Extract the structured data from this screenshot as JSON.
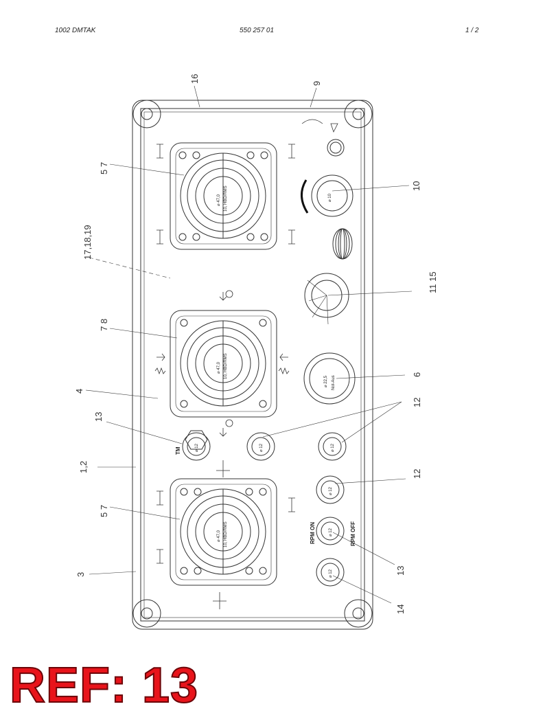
{
  "header": {
    "left": "1002 DMTAK",
    "center": "550 257 01",
    "page": "1 /   2"
  },
  "callouts": {
    "c16": "16",
    "c9": "9",
    "c5_7_top": "5  7",
    "c10": "10",
    "c17_18_19": "17,18,19",
    "c11_15": "11  15",
    "c7_8": "7  8",
    "c6": "6",
    "c4": "4",
    "c12a": "12",
    "c13a": "13",
    "c1_2": "1,2",
    "c12b": "12",
    "c5_7_bottom": "5  7",
    "c13b": "13",
    "c3": "3",
    "c14": "14"
  },
  "labels": {
    "joy_dia": "⌀ 47,0",
    "joy_spec": "10, HBD/RMS",
    "estop_dia": "⌀ 22,5",
    "estop_txt": "Not-Aus",
    "btn_dia": "⌀ 12",
    "key_dia": "⌀ 10",
    "tm": "TM",
    "rpm_on": "RPM ON",
    "rpm_off": "RPM OFF"
  },
  "ref": "REF: 13"
}
